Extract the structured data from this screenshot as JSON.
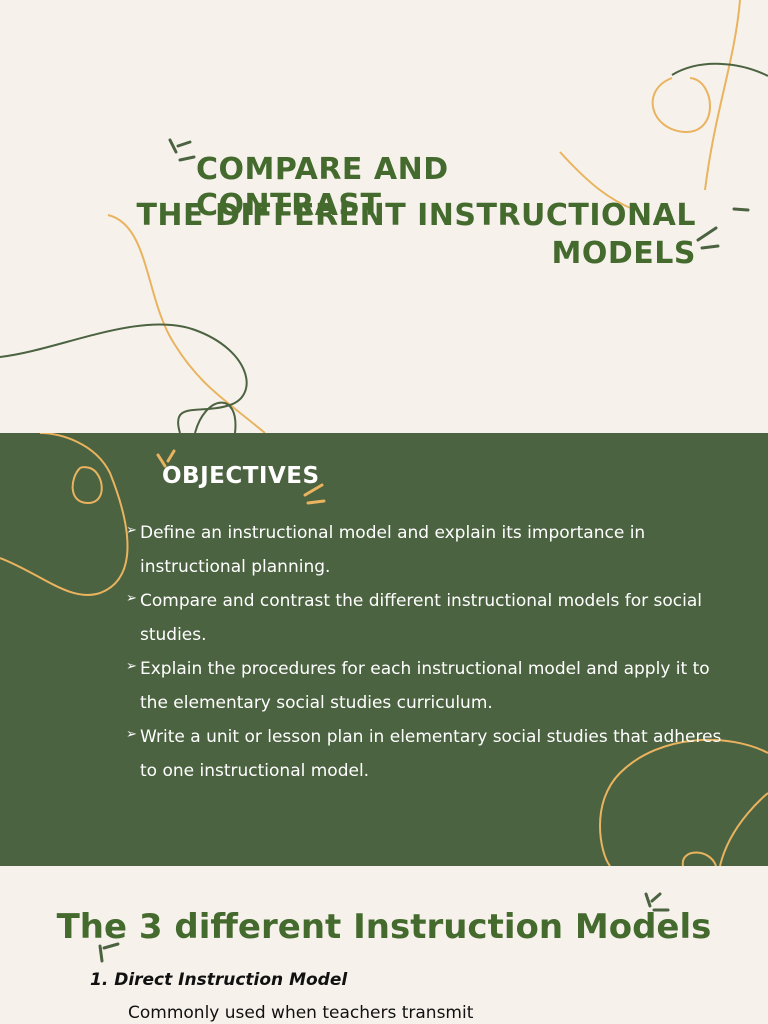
{
  "slide1": {
    "title_line1": "COMPARE AND CONTRAST",
    "title_line2": "THE DIFFERENT INSTRUCTIONAL MODELS"
  },
  "slide2": {
    "heading": "OBJECTIVES",
    "bullet_glyph": "➢",
    "objectives": [
      "Define an instructional model and explain its importance in instructional planning.",
      "Compare and contrast the different instructional models for social studies.",
      "Explain the procedures for each instructional model and apply it to the elementary social studies curriculum.",
      "Write a unit or lesson plan in elementary social studies that adheres to one instructional model."
    ]
  },
  "slide3": {
    "heading": "The 3 different Instruction Models",
    "subheading": "1. Direct Instruction Model",
    "body_text": "Commonly used when teachers transmit"
  },
  "colors": {
    "cream": "#f6f2eb",
    "green_dark": "#4c6341",
    "green_text": "#446a2e",
    "orange_accent": "#e9b35f"
  }
}
